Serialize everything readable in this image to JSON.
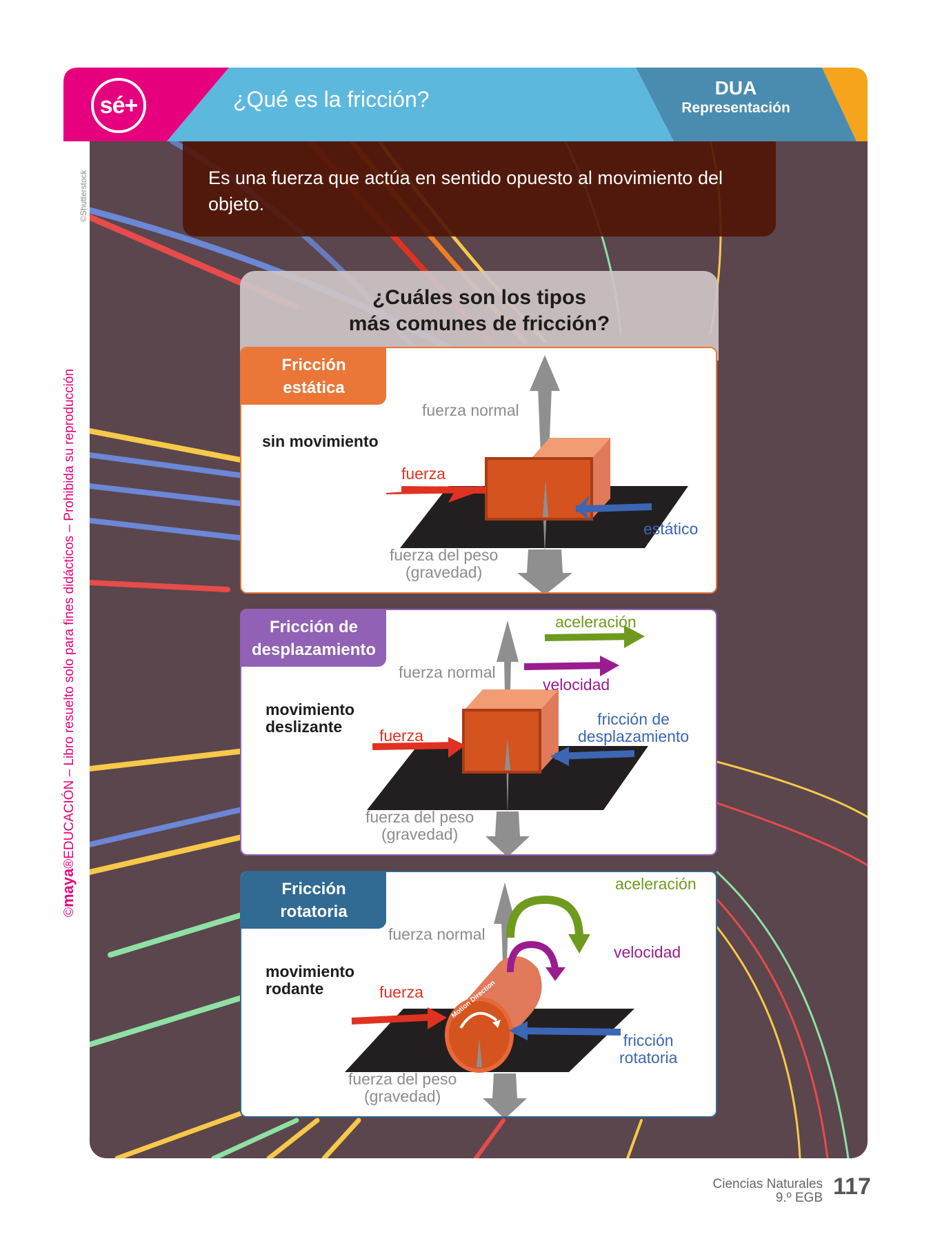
{
  "header": {
    "logo": "sé+",
    "title": "¿Qué es la fricción?",
    "badge_title": "DUA",
    "badge_subtitle": "Representación"
  },
  "intro": "Es una fuerza que actúa en sentido opuesto al movimiento del objeto.",
  "question": [
    "¿Cuáles son los tipos",
    "más comunes de fricción?"
  ],
  "panels": [
    {
      "tag": [
        "Fricción",
        "estática"
      ],
      "motion": [
        "sin movimiento"
      ],
      "normal": "fuerza normal",
      "force": "fuerza",
      "friction": [
        "estático"
      ],
      "weight": [
        "fuerza del peso",
        "(gravedad)"
      ],
      "color": "#ea7637"
    },
    {
      "tag": [
        "Fricción de",
        "desplazamiento"
      ],
      "motion": [
        "movimiento",
        "deslizante"
      ],
      "normal": "fuerza normal",
      "force": "fuerza",
      "acceleration": "aceleración",
      "velocity": "velocidad",
      "friction": [
        "fricción de",
        "desplazamiento"
      ],
      "weight": [
        "fuerza del peso",
        "(gravedad)"
      ],
      "color": "#9061b4"
    },
    {
      "tag": [
        "Fricción",
        "rotatoria"
      ],
      "motion": [
        "movimiento",
        "rodante"
      ],
      "normal": "fuerza normal",
      "force": "fuerza",
      "acceleration": "aceleración",
      "velocity": "velocidad",
      "friction": [
        "fricción",
        "rotatoria"
      ],
      "weight": [
        "fuerza del peso",
        "(gravedad)"
      ],
      "cylinder_label": "Motion Direction",
      "color": "#316a93"
    }
  ],
  "side_text": {
    "brand": "maya",
    "text": "EDUCACIÓN – Libro resuelto solo para fines didácticos – Prohibida su reproducción",
    "copyright": "©",
    "registered": "®"
  },
  "credit": "©Shutterstock",
  "footer": {
    "subject": "Ciencias Naturales",
    "grade": "9.º EGB",
    "page": "117"
  },
  "colors": {
    "magenta": "#e6007e",
    "sky": "#5db8de",
    "steel": "#4a8cb0",
    "orange": "#f6a41b",
    "background": "#5a464c"
  }
}
